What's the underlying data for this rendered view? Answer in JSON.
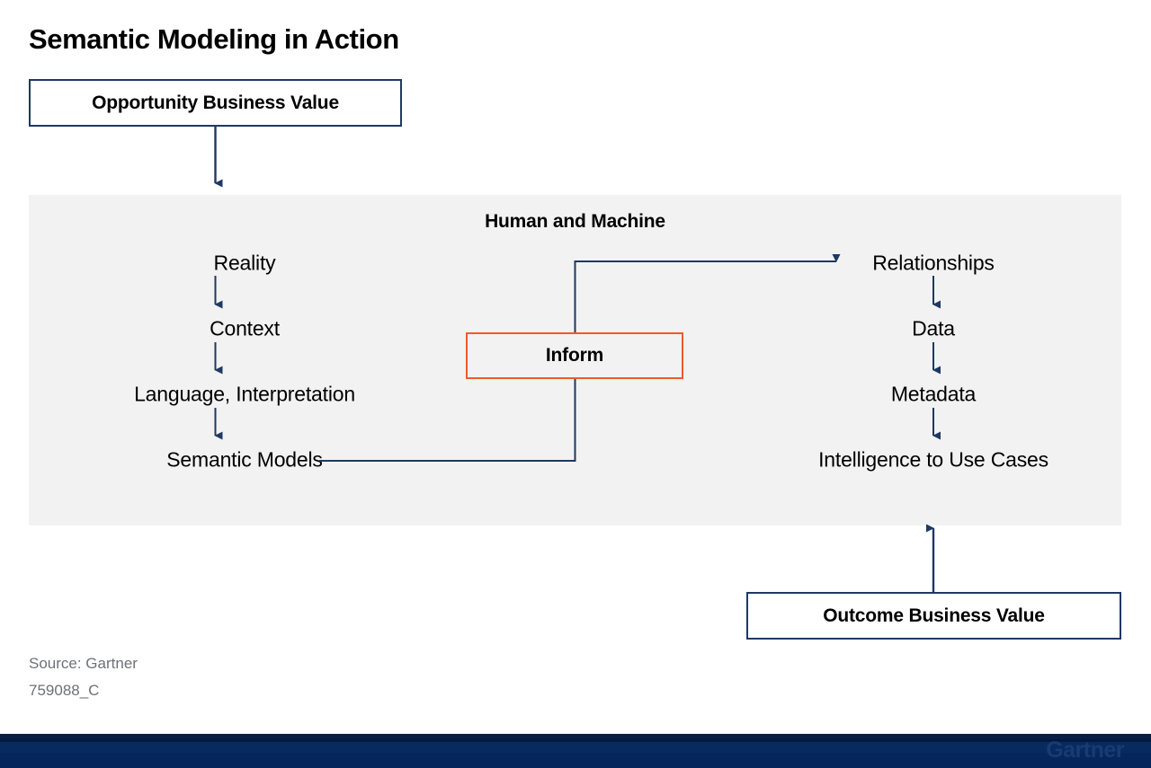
{
  "page": {
    "title": "Semantic Modeling in Action",
    "background_color": "#ffffff"
  },
  "colors": {
    "navy": "#1F3864",
    "orange_accent": "#EE5B2B",
    "panel_gray": "#f2f2f2",
    "footnote_gray": "#6e7275",
    "bar_navy": "#05265c"
  },
  "opportunity_box": {
    "label": "Opportunity Business Value"
  },
  "panel": {
    "heading": "Human and Machine",
    "left_chain": [
      {
        "label": "Reality"
      },
      {
        "label": "Context"
      },
      {
        "label": "Language, Interpretation"
      },
      {
        "label": "Semantic Models"
      }
    ],
    "right_chain": [
      {
        "label": "Relationships"
      },
      {
        "label": "Data"
      },
      {
        "label": "Metadata"
      },
      {
        "label": "Intelligence to Use Cases"
      }
    ],
    "center_box": {
      "label": "Inform"
    }
  },
  "outcome_box": {
    "label": "Outcome Business Value"
  },
  "footer": {
    "source": "Source: Gartner",
    "doc_id": "759088_C",
    "brand": "Gartner"
  },
  "chart_data": {
    "type": "diagram",
    "title": "Semantic Modeling in Action",
    "nodes": [
      {
        "id": "opportunity",
        "label": "Opportunity Business Value",
        "kind": "box",
        "border": "#1F3864"
      },
      {
        "id": "reality",
        "label": "Reality",
        "kind": "text",
        "column": "left",
        "order": 1
      },
      {
        "id": "context",
        "label": "Context",
        "kind": "text",
        "column": "left",
        "order": 2
      },
      {
        "id": "language",
        "label": "Language, Interpretation",
        "kind": "text",
        "column": "left",
        "order": 3
      },
      {
        "id": "semantic-models",
        "label": "Semantic Models",
        "kind": "text",
        "column": "left",
        "order": 4
      },
      {
        "id": "inform",
        "label": "Inform",
        "kind": "box",
        "border": "#EE5B2B",
        "column": "center"
      },
      {
        "id": "relationships",
        "label": "Relationships",
        "kind": "text",
        "column": "right",
        "order": 1
      },
      {
        "id": "data",
        "label": "Data",
        "kind": "text",
        "column": "right",
        "order": 2
      },
      {
        "id": "metadata",
        "label": "Metadata",
        "kind": "text",
        "column": "right",
        "order": 3
      },
      {
        "id": "intelligence",
        "label": "Intelligence to Use Cases",
        "kind": "text",
        "column": "right",
        "order": 4
      },
      {
        "id": "outcome",
        "label": "Outcome Business Value",
        "kind": "box",
        "border": "#1F3864"
      }
    ],
    "edges": [
      {
        "from": "opportunity",
        "to": "reality",
        "style": "arrow-down"
      },
      {
        "from": "reality",
        "to": "context",
        "style": "arrow-down"
      },
      {
        "from": "context",
        "to": "language",
        "style": "arrow-down"
      },
      {
        "from": "language",
        "to": "semantic-models",
        "style": "arrow-down"
      },
      {
        "from": "semantic-models",
        "to": "relationships",
        "style": "elbow-through-inform"
      },
      {
        "from": "relationships",
        "to": "data",
        "style": "arrow-down"
      },
      {
        "from": "data",
        "to": "metadata",
        "style": "arrow-down"
      },
      {
        "from": "metadata",
        "to": "intelligence",
        "style": "arrow-down"
      },
      {
        "from": "intelligence",
        "to": "outcome",
        "style": "arrow-up-from-outcome"
      }
    ],
    "container": {
      "label": "Human and Machine",
      "fill": "#f2f2f2"
    }
  }
}
